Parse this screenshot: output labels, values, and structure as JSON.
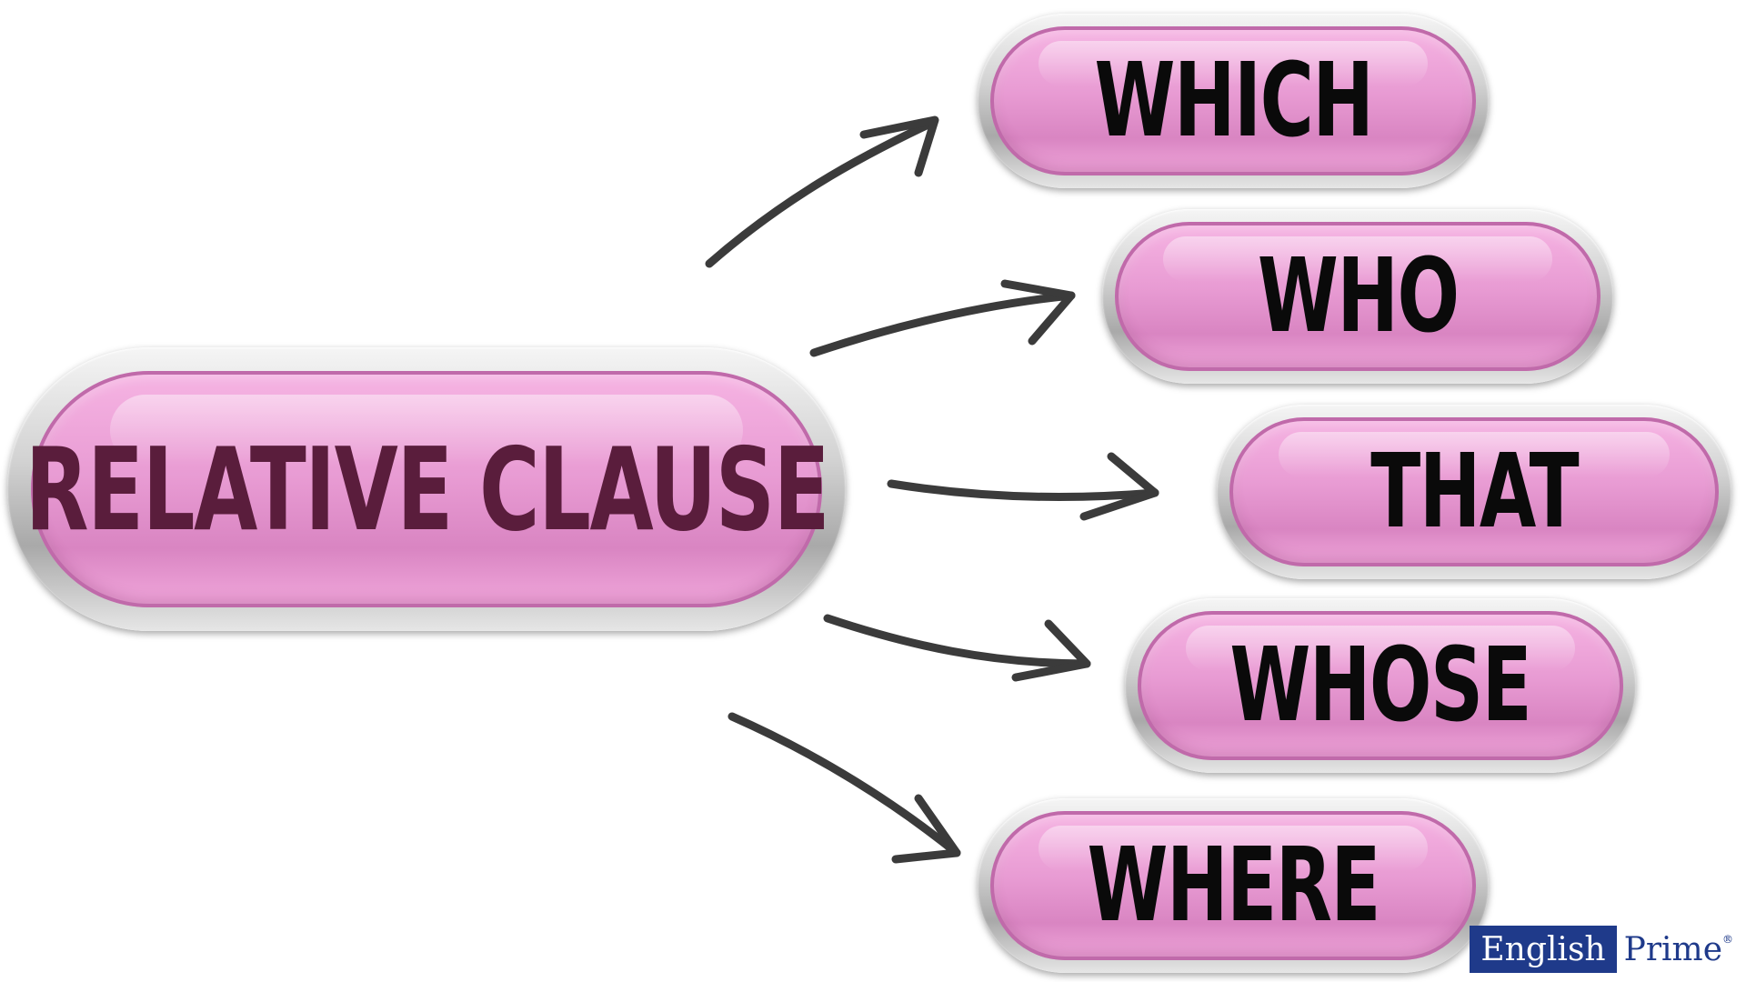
{
  "diagram": {
    "main_label": "RELATIVE CLAUSE",
    "items": [
      {
        "id": "which",
        "label": "WHICH"
      },
      {
        "id": "who",
        "label": "WHO"
      },
      {
        "id": "that",
        "label": "THAT"
      },
      {
        "id": "whose",
        "label": "WHOSE"
      },
      {
        "id": "where",
        "label": "WHERE"
      }
    ]
  },
  "logo": {
    "word1": "English",
    "word2": "Prime",
    "mark": "®"
  },
  "colors": {
    "pill_fill": "#e89bd3",
    "main_text": "#5a1d3c",
    "item_text": "#0a0a0a",
    "arrow": "#3b3b3b",
    "logo_blue": "#1f3a8a"
  }
}
